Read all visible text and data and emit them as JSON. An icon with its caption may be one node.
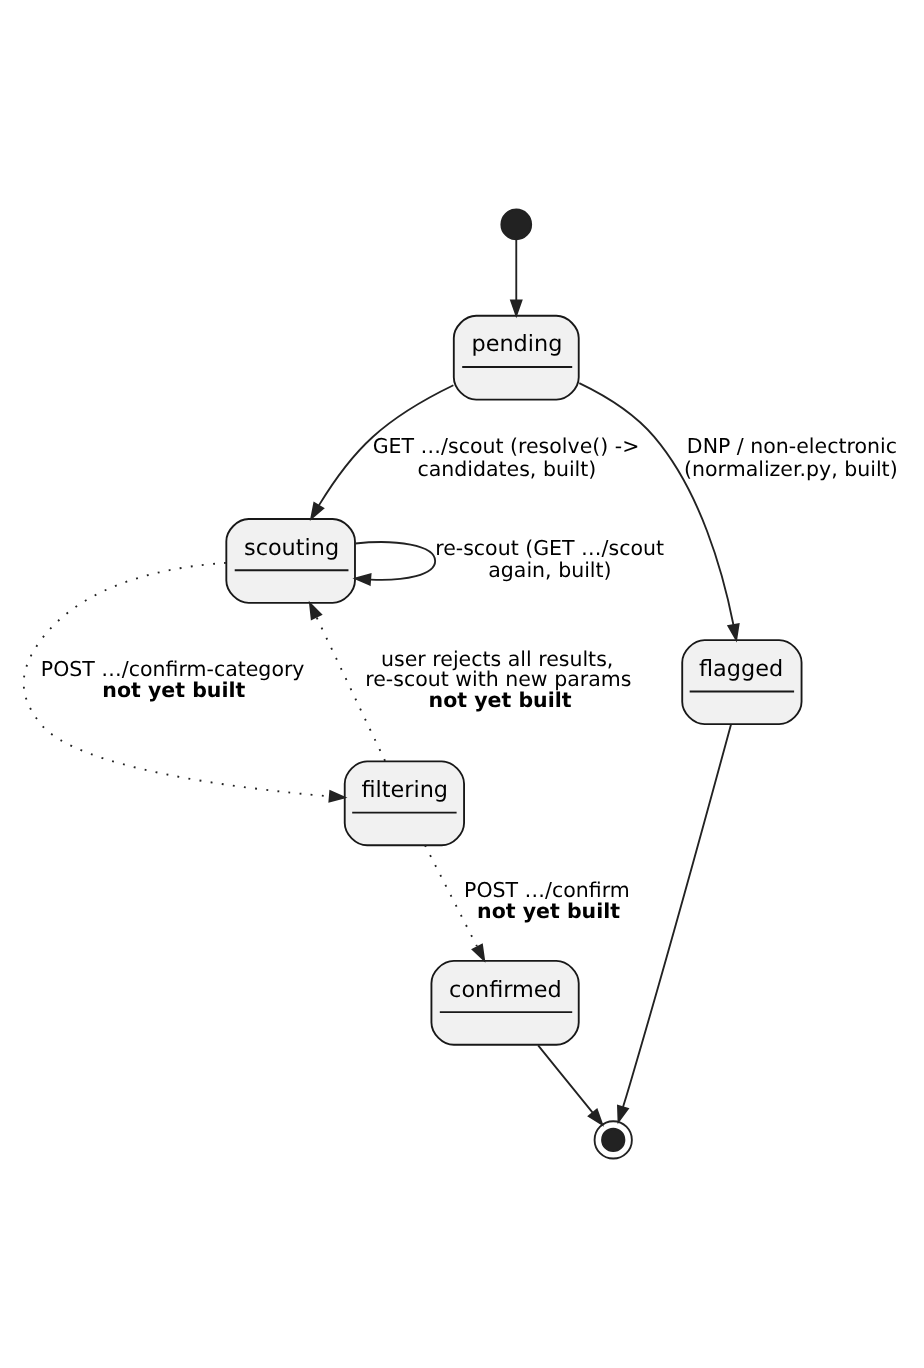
{
  "diagram": {
    "nodes": [
      {
        "text": [],
        "shape": "circle"
      },
      {
        "text": [
          "pending"
        ]
      },
      {
        "text": [
          "scouting"
        ]
      },
      {
        "text": [
          "flagged"
        ]
      },
      {
        "text": [
          "filtering"
        ]
      },
      {
        "text": [
          "confirmed"
        ]
      },
      {
        "text": [],
        "shape": "bullseye"
      }
    ],
    "edges": [
      {
        "from": 0,
        "to": 1,
        "arrow": "to"
      },
      {
        "from": 1,
        "to": 3,
        "arrow": "to",
        "label": "DNP / non-electronic (normalizer.py, built)"
      },
      {
        "from": 1,
        "to": 2,
        "arrow": "to",
        "label": "GET …/scout (resolve() -> candidates, built)"
      },
      {
        "from": 2,
        "to": 2,
        "arrow": "to",
        "label": "re-scout (GET …/scout again, built)"
      },
      {
        "from": 2,
        "to": 4,
        "arrow": "to",
        "style": "dashed",
        "label": "POST …/confirm-category **not yet built**"
      },
      {
        "from": 4,
        "to": 2,
        "arrow": "to",
        "style": "dashed",
        "label": "user rejects all results, re-scout with new params **not yet built**"
      },
      {
        "from": 4,
        "to": 5,
        "arrow": "to",
        "style": "dashed",
        "label": "POST …/confirm **not yet built**"
      },
      {
        "from": 3,
        "to": 6,
        "arrow": "to"
      },
      {
        "from": 5,
        "to": 6,
        "arrow": "to"
      }
    ]
  }
}
